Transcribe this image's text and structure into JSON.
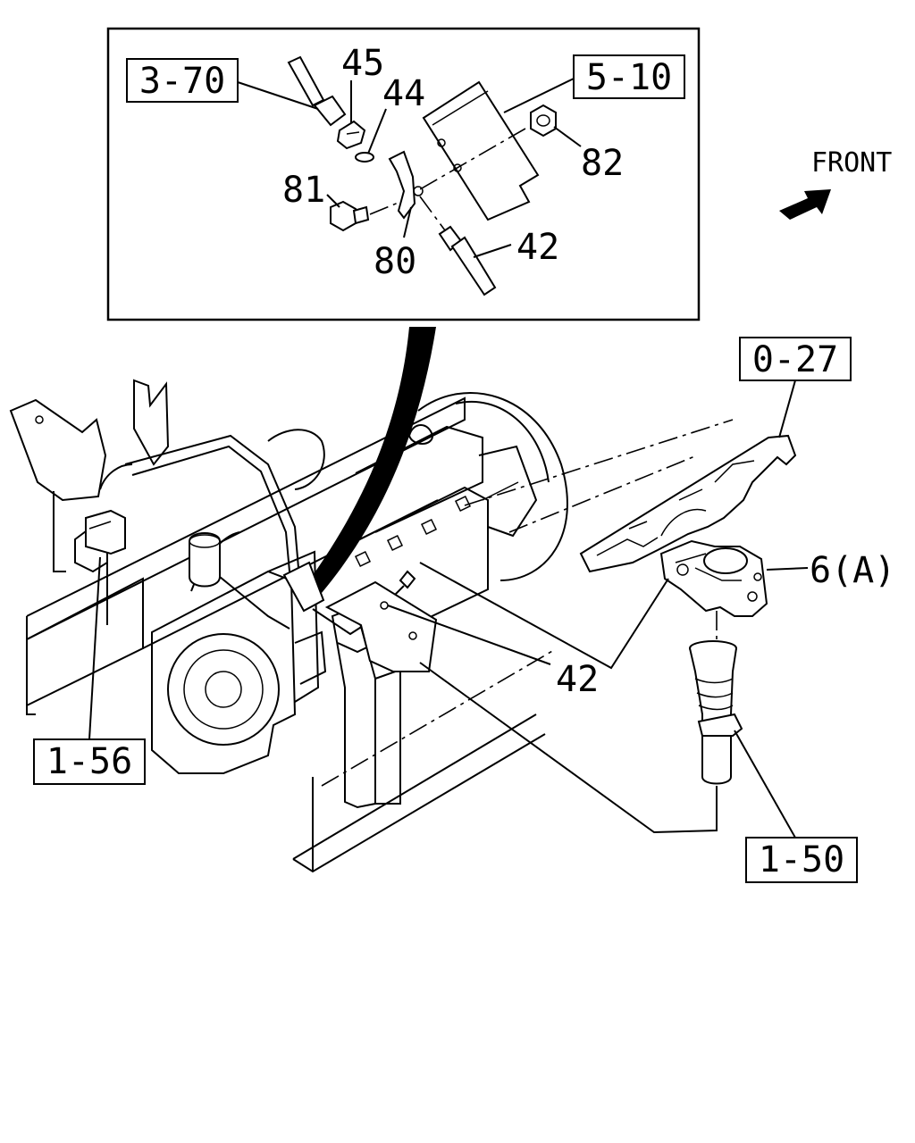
{
  "refs": {
    "r_3_70": "3-70",
    "r_5_10": "5-10",
    "r_0_27": "0-27",
    "r_1_56": "1-56",
    "r_1_50": "1-50"
  },
  "parts": {
    "p45": "45",
    "p44": "44",
    "p82": "82",
    "p81": "81",
    "p80": "80",
    "p42_detail": "42",
    "p6a": "6(A)",
    "p42_main": "42"
  },
  "orientation": {
    "label": "FRONT"
  }
}
